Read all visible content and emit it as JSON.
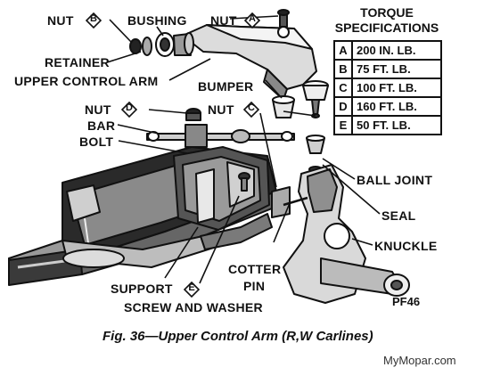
{
  "torque": {
    "title_line1": "TORQUE",
    "title_line2": "SPECIFICATIONS",
    "rows": [
      {
        "key": "A",
        "value": "200 IN. LB."
      },
      {
        "key": "B",
        "value": "75 FT. LB."
      },
      {
        "key": "C",
        "value": "100 FT. LB."
      },
      {
        "key": "D",
        "value": "160 FT. LB."
      },
      {
        "key": "E",
        "value": "50 FT. LB."
      }
    ]
  },
  "labels": {
    "nut_b_text": "NUT",
    "nut_b_key": "B",
    "bushing": "BUSHING",
    "nut_a_text": "NUT",
    "nut_a_key": "A",
    "retainer": "RETAINER",
    "upper_control_arm": "UPPER CONTROL ARM",
    "bumper": "BUMPER",
    "nut_d_text": "NUT",
    "nut_d_key": "D",
    "nut_c_text": "NUT",
    "nut_c_key": "C",
    "bar": "BAR",
    "bolt": "BOLT",
    "ball_joint": "BALL JOINT",
    "seal": "SEAL",
    "knuckle": "KNUCKLE",
    "cotter": "COTTER",
    "pin": "PIN",
    "support": "SUPPORT",
    "screw_and_washer": "SCREW AND WASHER",
    "screw_key": "E",
    "fig_code": "PF46"
  },
  "caption": "Fig. 36—Upper Control Arm (R,W Carlines)",
  "watermark": "MyMopar.com"
}
